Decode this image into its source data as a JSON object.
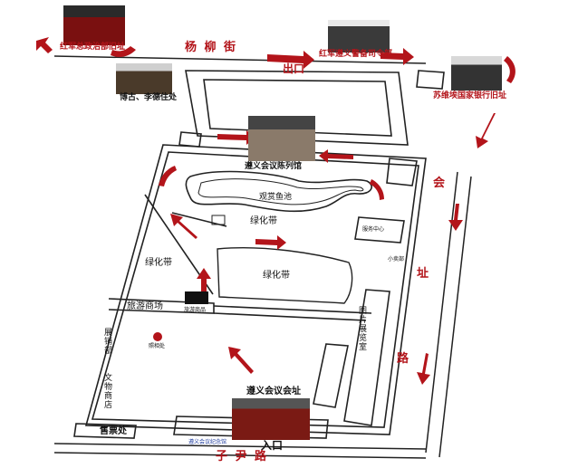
{
  "streets": {
    "north": "杨 柳 街",
    "east_1": "会",
    "east_2": "址",
    "east_3": "路",
    "south": "子 尹 路"
  },
  "gates": {
    "exit": "出口",
    "entrance": "入口"
  },
  "sites": {
    "red_army_political_dept": "红军总政治部旧址",
    "red_army_guard_hq": "红军遵义警备司令部",
    "bogu_li_de_residence": "博古、李德住处",
    "su_bank_site": "苏维埃国家银行旧址",
    "exhibition_hall": "遵义会议陈列馆",
    "meeting_site": "遵义会议会址"
  },
  "areas": {
    "fish_pond": "观赏鱼池",
    "green_belt_1": "绿化带",
    "green_belt_2": "绿化带",
    "green_belt_3": "绿化带",
    "tourism_shop": "旅游商场",
    "ticket_office": "售票处",
    "info_point": "服务中心",
    "west_building_1": "展销部",
    "west_building_2": "文物商店",
    "east_corridor": "图片展览室",
    "shop_sign": "旅游商品",
    "shop_sign_2": "小卖部",
    "small_dot_label": "照相处",
    "bottom_note": "遵义会议纪念馆"
  },
  "colors": {
    "accent_red": "#b3141a",
    "outline": "#222222"
  },
  "icons": [
    "red-arrow-icon",
    "site-photo-icon",
    "red-dot-icon"
  ]
}
